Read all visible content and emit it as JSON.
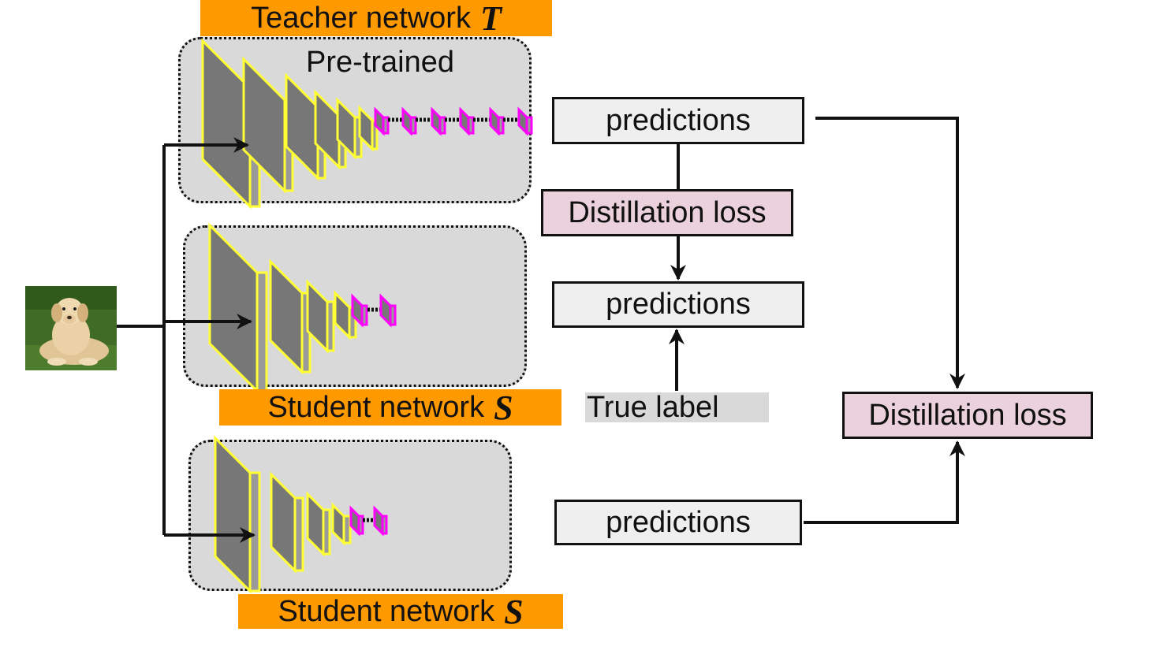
{
  "teacher": {
    "title": "Teacher network",
    "symbol": "T",
    "note": "Pre-trained"
  },
  "student_mid": {
    "title": "Student network",
    "symbol": "S"
  },
  "student_bottom": {
    "title": "Student network",
    "symbol": "S"
  },
  "teacher_predictions": "predictions",
  "student_mid_predictions": "predictions",
  "student_bottom_predictions": "predictions",
  "center_loss": "Distillation loss",
  "right_loss": "Distillation loss",
  "true_label": "True label",
  "input_image": "input-image-dog",
  "colors": {
    "label_bg": "#FF9900",
    "panel_bg": "#D9D9D9",
    "layer_fill": "#777777",
    "layer_edge": "#FFFF33",
    "fc_edge": "#FF00FF",
    "loss_bg": "#EAD1DC",
    "pred_bg": "#EFEFEF"
  }
}
